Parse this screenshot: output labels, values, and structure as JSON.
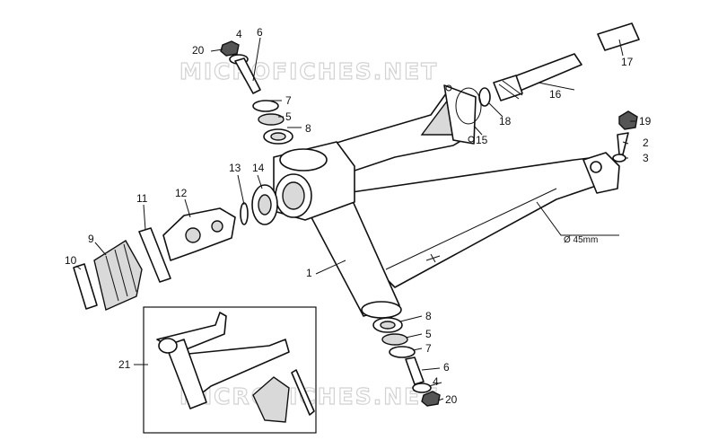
{
  "watermark": "MICROFICHES.NET",
  "dimension_label": "Ø 45mm",
  "callouts": {
    "c1": "1",
    "c2": "2",
    "c3": "3",
    "c4_top": "4",
    "c4_bottom": "4",
    "c5_top": "5",
    "c5_bottom": "5",
    "c6_top": "6",
    "c6_bottom": "6",
    "c7_top": "7",
    "c7_bottom": "7",
    "c8_top": "8",
    "c8_bottom": "8",
    "c9": "9",
    "c10": "10",
    "c11": "11",
    "c12": "12",
    "c13": "13",
    "c14": "14",
    "c15": "15",
    "c16": "16",
    "c17": "17",
    "c18": "18",
    "c19": "19",
    "c20_top": "20",
    "c20_bottom": "20",
    "c21": "21"
  }
}
